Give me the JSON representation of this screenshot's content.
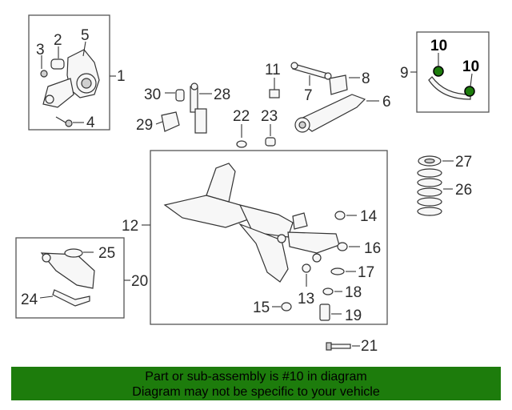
{
  "callouts": {
    "c1": "1",
    "c2": "2",
    "c3": "3",
    "c4": "4",
    "c5": "5",
    "c6": "6",
    "c7": "7",
    "c8": "8",
    "c9": "9",
    "c10a": "10",
    "c10b": "10",
    "c11": "11",
    "c12": "12",
    "c13": "13",
    "c14": "14",
    "c15": "15",
    "c16": "16",
    "c17": "17",
    "c18": "18",
    "c19": "19",
    "c20": "20",
    "c21": "21",
    "c22": "22",
    "c23": "23",
    "c24": "24",
    "c25": "25",
    "c26": "26",
    "c27": "27",
    "c28": "28",
    "c29": "29",
    "c30": "30"
  },
  "highlight_color": "#1d7c0c",
  "banner": {
    "line1": "Part or sub-assembly is #10 in diagram",
    "line2": "Diagram may not be specific to your vehicle"
  }
}
